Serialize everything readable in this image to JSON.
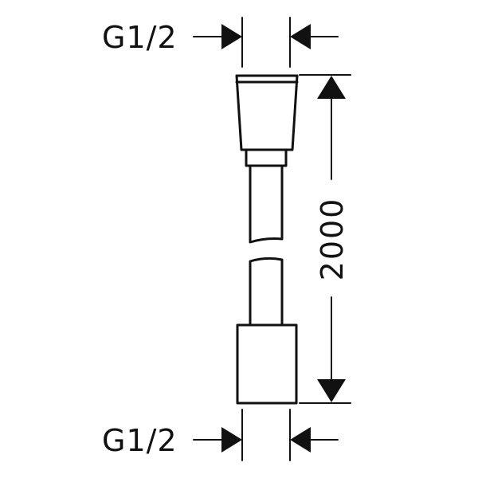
{
  "thread_top": "G1/2",
  "thread_bottom": "G1/2",
  "length": "2000",
  "colors": {
    "line": "#111111",
    "background": "#ffffff"
  }
}
